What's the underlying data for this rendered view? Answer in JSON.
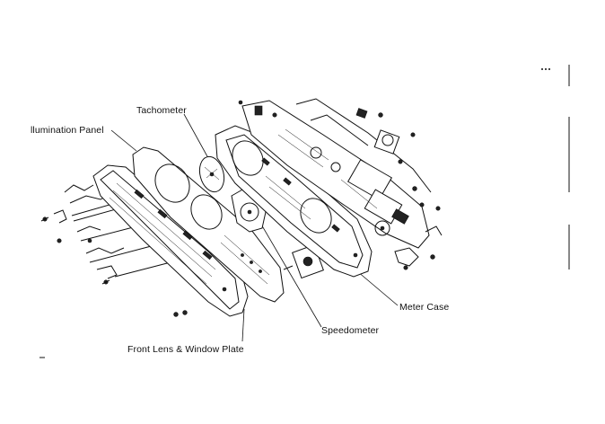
{
  "diagram": {
    "labels": {
      "tachometer": "Tachometer",
      "illumination_panel": "llumination Panel",
      "front_lens": "Front Lens & Window Plate",
      "speedometer": "Speedometer",
      "meter_case": "Meter Case"
    }
  }
}
